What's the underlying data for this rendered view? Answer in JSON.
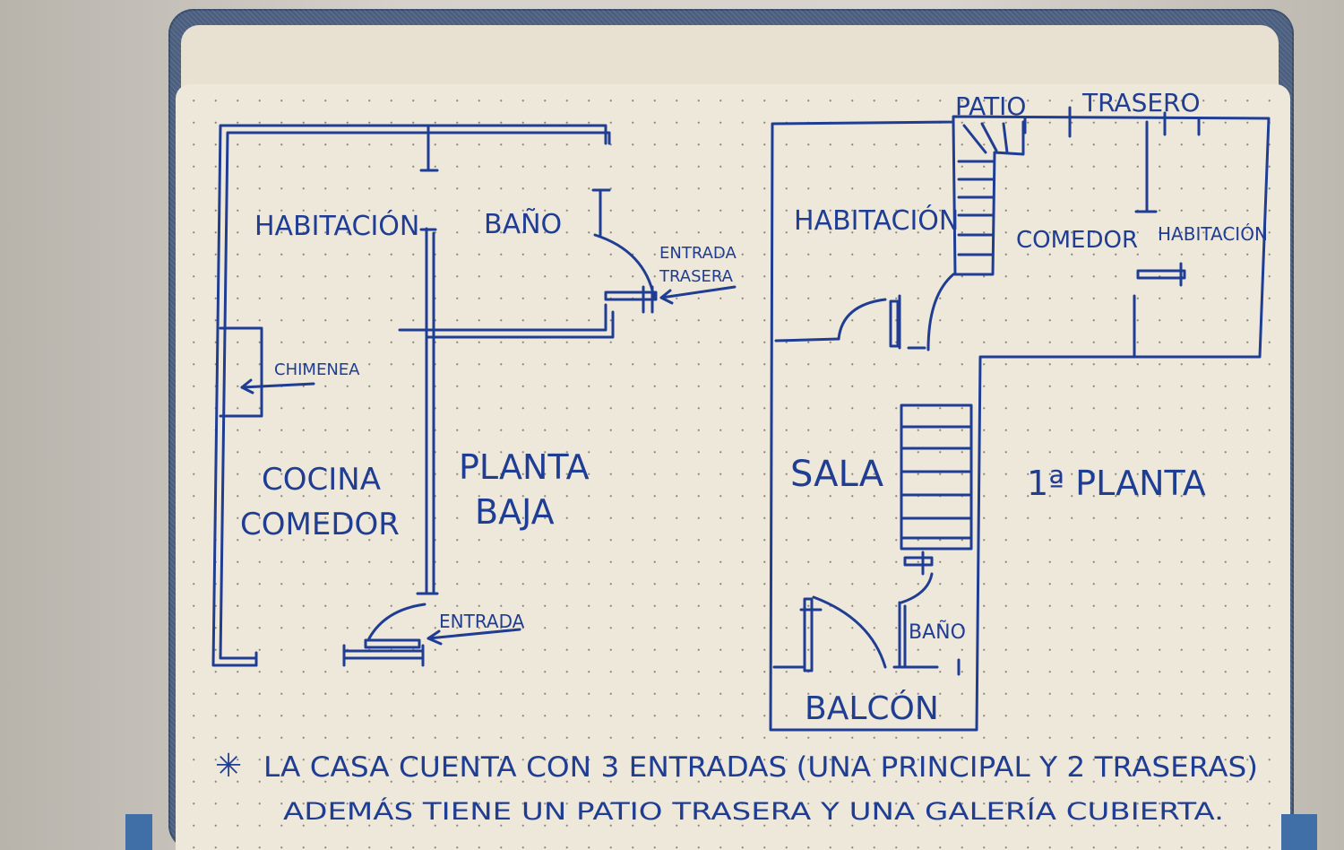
{
  "ground_floor": {
    "rooms": {
      "habitacion": "HABITACIÓN",
      "bano": "BAÑO",
      "chimenea": "CHIMENEA",
      "cocina": "COCINA",
      "comedor": "COMEDOR",
      "planta": "PLANTA",
      "baja": "BAJA"
    },
    "entrada_trasera_1": "ENTRADA",
    "entrada_trasera_2": "TRASERA",
    "entrada": "ENTRADA"
  },
  "first_floor": {
    "patio": "PATIO",
    "trasero": "TRASERO",
    "habitacion_left": "HABITACIÓN",
    "comedor": "COMEDOR",
    "habitacion_right": "HABITACIÓN",
    "sala": "SALA",
    "planta_title": "1ª PLANTA",
    "bano": "BAÑO",
    "balcon": "BALCÓN"
  },
  "note": {
    "asterisk": "✳",
    "line1": "LA CASA CUENTA CON 3 ENTRADAS (UNA PRINCIPAL Y 2 TRASERAS)",
    "line2": "ADEMÁS TIENE UN PATIO TRASERA Y UNA GALERÍA CUBIERTA."
  },
  "colors": {
    "ink": "#1f3d93",
    "paper": "#eee8db",
    "cover": "#4e6284"
  }
}
